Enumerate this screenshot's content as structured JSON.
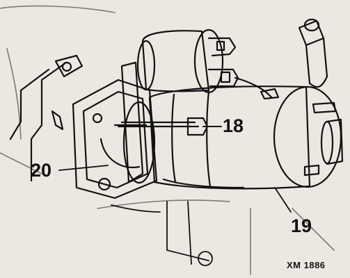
{
  "callouts": {
    "c18": "18",
    "c19": "19",
    "c20": "20"
  },
  "reference_code": "XM 1886",
  "colors": {
    "paper": "#ece7e1",
    "ink": "#111111"
  }
}
